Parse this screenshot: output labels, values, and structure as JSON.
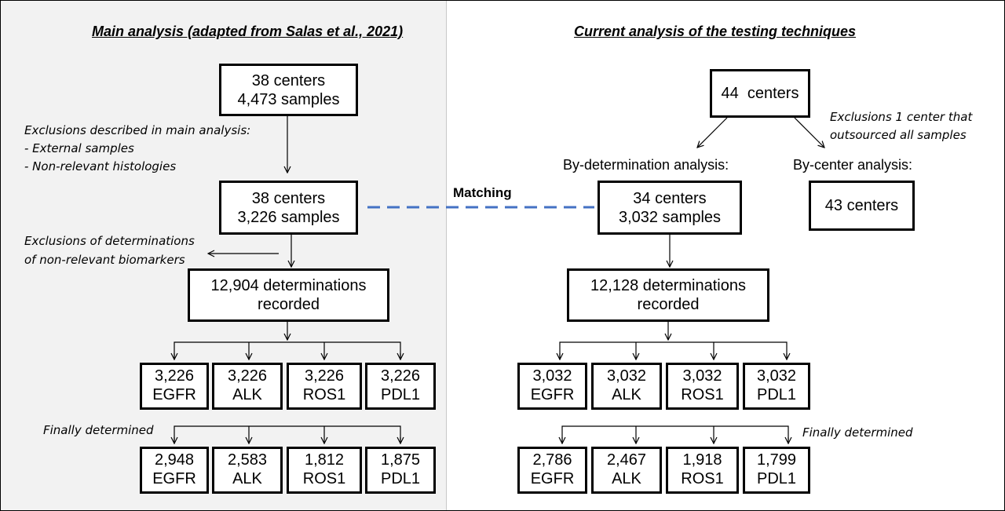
{
  "left": {
    "heading": "Main analysis (adapted from Salas et al., 2021)",
    "box1": [
      "38 centers",
      "4,473 samples"
    ],
    "exclusion_note": [
      "Exclusions described in main analysis:",
      "- External samples",
      "- Non-relevant histologies"
    ],
    "box2": [
      "38 centers",
      "3,226 samples"
    ],
    "exclusion_biomarkers": [
      "Exclusions of determinations",
      "of non-relevant biomarkers"
    ],
    "box3": [
      "12,904 determinations",
      "recorded"
    ],
    "row1": [
      {
        "value": "3,226",
        "marker": "EGFR"
      },
      {
        "value": "3,226",
        "marker": "ALK"
      },
      {
        "value": "3,226",
        "marker": "ROS1"
      },
      {
        "value": "3,226",
        "marker": "PDL1"
      }
    ],
    "finally_label": "Finally determined",
    "row2": [
      {
        "value": "2,948",
        "marker": "EGFR"
      },
      {
        "value": "2,583",
        "marker": "ALK"
      },
      {
        "value": "1,812",
        "marker": "ROS1"
      },
      {
        "value": "1,875",
        "marker": "PDL1"
      }
    ]
  },
  "matching_label": "Matching",
  "right": {
    "heading": "Current analysis of the testing techniques",
    "box1": "44  centers",
    "exclusion_note": [
      "Exclusions 1 center that",
      "outsourced all samples"
    ],
    "by_determination_label": "By-determination analysis:",
    "by_center_label": "By-center analysis:",
    "box2": [
      "34 centers",
      "3,032 samples"
    ],
    "center_box": "43 centers",
    "box3": [
      "12,128 determinations",
      "recorded"
    ],
    "row1": [
      {
        "value": "3,032",
        "marker": "EGFR"
      },
      {
        "value": "3,032",
        "marker": "ALK"
      },
      {
        "value": "3,032",
        "marker": "ROS1"
      },
      {
        "value": "3,032",
        "marker": "PDL1"
      }
    ],
    "finally_label": "Finally determined",
    "row2": [
      {
        "value": "2,786",
        "marker": "EGFR"
      },
      {
        "value": "2,467",
        "marker": "ALK"
      },
      {
        "value": "1,918",
        "marker": "ROS1"
      },
      {
        "value": "1,799",
        "marker": "PDL1"
      }
    ]
  },
  "colors": {
    "left_panel_bg": "#f2f2f2",
    "matching_line": "#4472c4",
    "box_border": "#000000"
  }
}
